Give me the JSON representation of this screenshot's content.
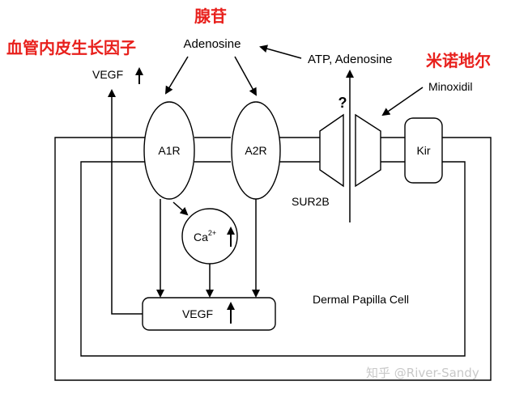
{
  "annotations_cn": {
    "adenosine": "腺苷",
    "vegf": "血管内皮生长因子",
    "minoxidil": "米诺地尔"
  },
  "labels": {
    "adenosine": "Adenosine",
    "vegf_top": "VEGF",
    "atp_adenosine": "ATP, Adenosine",
    "minoxidil": "Minoxidil",
    "question": "?",
    "a1r": "A1R",
    "a2r": "A2R",
    "kir": "Kir",
    "sur2b": "SUR2B",
    "ca_base": "Ca",
    "ca_sup": "2+",
    "vegf_box": "VEGF",
    "cell": "Dermal Papilla Cell"
  },
  "watermark": "知乎 @River-Sandy",
  "colors": {
    "annotation": "#e8201c",
    "line": "#000000",
    "watermark": "#c8c8c8"
  }
}
